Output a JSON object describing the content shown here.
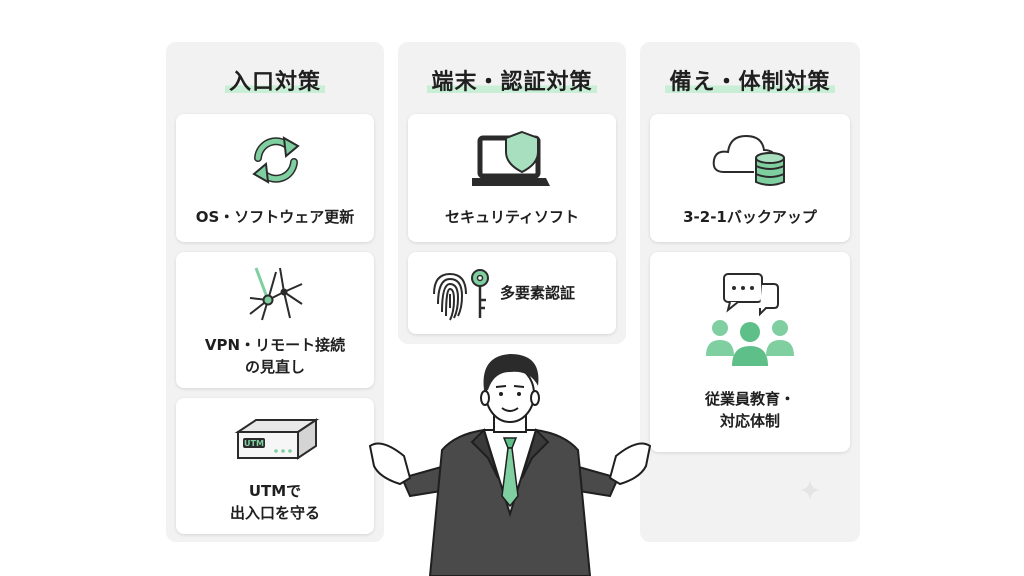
{
  "columns": [
    {
      "title": "入口対策",
      "cards": [
        {
          "label": "OS・ソフトウェア更新",
          "icon": "sync-arrows-icon"
        },
        {
          "label_line1": "VPN・リモート接続",
          "label_line2": "の見直し",
          "icon": "network-nodes-icon"
        },
        {
          "label_line1": "UTMで",
          "label_line2": "出入口を守る",
          "icon": "utm-appliance-icon",
          "device_text": "UTM"
        }
      ]
    },
    {
      "title": "端末・認証対策",
      "cards": [
        {
          "label": "セキュリティソフト",
          "icon": "laptop-shield-icon"
        },
        {
          "label": "多要素認証",
          "icon": "fingerprint-key-icon"
        }
      ]
    },
    {
      "title": "備え・体制対策",
      "cards": [
        {
          "label": "3-2-1バックアップ",
          "icon": "cloud-database-icon"
        },
        {
          "label_line1": "従業員教育・",
          "label_line2": "対応体制",
          "icon": "team-chat-icon"
        }
      ]
    }
  ],
  "colors": {
    "accent": "#7fcfa1",
    "accent_dark": "#2b2b2b",
    "highlight": "#c8eed6",
    "panel": "#f2f2f2"
  }
}
